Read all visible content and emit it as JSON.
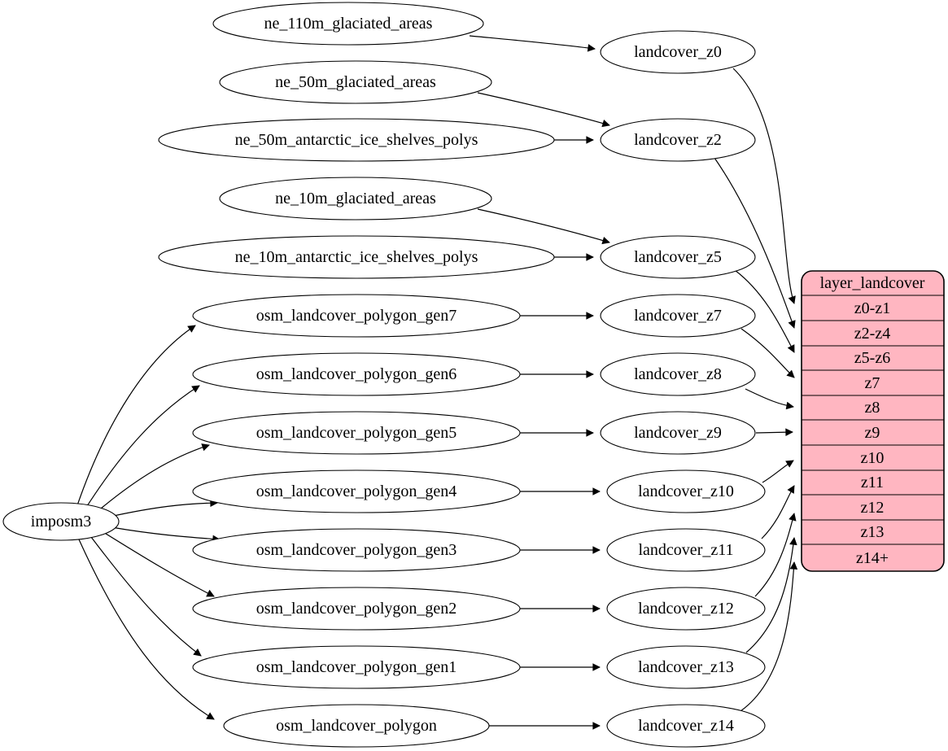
{
  "diagram": {
    "type": "graphviz-etl-flow",
    "colors": {
      "record_fill": "#ffb6c1",
      "node_fill": "#ffffff",
      "stroke": "#000000",
      "background": "#ffffff"
    },
    "importer": {
      "label": "imposm3"
    },
    "sources": [
      {
        "label": "ne_110m_glaciated_areas"
      },
      {
        "label": "ne_50m_glaciated_areas"
      },
      {
        "label": "ne_50m_antarctic_ice_shelves_polys"
      },
      {
        "label": "ne_10m_glaciated_areas"
      },
      {
        "label": "ne_10m_antarctic_ice_shelves_polys"
      },
      {
        "label": "osm_landcover_polygon_gen7"
      },
      {
        "label": "osm_landcover_polygon_gen6"
      },
      {
        "label": "osm_landcover_polygon_gen5"
      },
      {
        "label": "osm_landcover_polygon_gen4"
      },
      {
        "label": "osm_landcover_polygon_gen3"
      },
      {
        "label": "osm_landcover_polygon_gen2"
      },
      {
        "label": "osm_landcover_polygon_gen1"
      },
      {
        "label": "osm_landcover_polygon"
      }
    ],
    "intermediates": [
      {
        "label": "landcover_z0"
      },
      {
        "label": "landcover_z2"
      },
      {
        "label": "landcover_z5"
      },
      {
        "label": "landcover_z7"
      },
      {
        "label": "landcover_z8"
      },
      {
        "label": "landcover_z9"
      },
      {
        "label": "landcover_z10"
      },
      {
        "label": "landcover_z11"
      },
      {
        "label": "landcover_z12"
      },
      {
        "label": "landcover_z13"
      },
      {
        "label": "landcover_z14"
      }
    ],
    "record": {
      "title": "layer_landcover",
      "rows": [
        "z0-z1",
        "z2-z4",
        "z5-z6",
        "z7",
        "z8",
        "z9",
        "z10",
        "z11",
        "z12",
        "z13",
        "z14+"
      ]
    },
    "edges": [
      [
        "imposm3",
        "osm_landcover_polygon_gen7"
      ],
      [
        "imposm3",
        "osm_landcover_polygon_gen6"
      ],
      [
        "imposm3",
        "osm_landcover_polygon_gen5"
      ],
      [
        "imposm3",
        "osm_landcover_polygon_gen4"
      ],
      [
        "imposm3",
        "osm_landcover_polygon_gen3"
      ],
      [
        "imposm3",
        "osm_landcover_polygon_gen2"
      ],
      [
        "imposm3",
        "osm_landcover_polygon_gen1"
      ],
      [
        "imposm3",
        "osm_landcover_polygon"
      ],
      [
        "ne_110m_glaciated_areas",
        "landcover_z0"
      ],
      [
        "ne_50m_glaciated_areas",
        "landcover_z2"
      ],
      [
        "ne_50m_antarctic_ice_shelves_polys",
        "landcover_z2"
      ],
      [
        "ne_10m_glaciated_areas",
        "landcover_z5"
      ],
      [
        "ne_10m_antarctic_ice_shelves_polys",
        "landcover_z5"
      ],
      [
        "osm_landcover_polygon_gen7",
        "landcover_z7"
      ],
      [
        "osm_landcover_polygon_gen6",
        "landcover_z8"
      ],
      [
        "osm_landcover_polygon_gen5",
        "landcover_z9"
      ],
      [
        "osm_landcover_polygon_gen4",
        "landcover_z10"
      ],
      [
        "osm_landcover_polygon_gen3",
        "landcover_z11"
      ],
      [
        "osm_landcover_polygon_gen2",
        "landcover_z12"
      ],
      [
        "osm_landcover_polygon_gen1",
        "landcover_z13"
      ],
      [
        "osm_landcover_polygon",
        "landcover_z14"
      ],
      [
        "landcover_z0",
        "layer_landcover:z0-z1"
      ],
      [
        "landcover_z2",
        "layer_landcover:z2-z4"
      ],
      [
        "landcover_z5",
        "layer_landcover:z5-z6"
      ],
      [
        "landcover_z7",
        "layer_landcover:z7"
      ],
      [
        "landcover_z8",
        "layer_landcover:z8"
      ],
      [
        "landcover_z9",
        "layer_landcover:z9"
      ],
      [
        "landcover_z10",
        "layer_landcover:z10"
      ],
      [
        "landcover_z11",
        "layer_landcover:z11"
      ],
      [
        "landcover_z12",
        "layer_landcover:z12"
      ],
      [
        "landcover_z13",
        "layer_landcover:z13"
      ],
      [
        "landcover_z14",
        "layer_landcover:z14+"
      ]
    ]
  }
}
